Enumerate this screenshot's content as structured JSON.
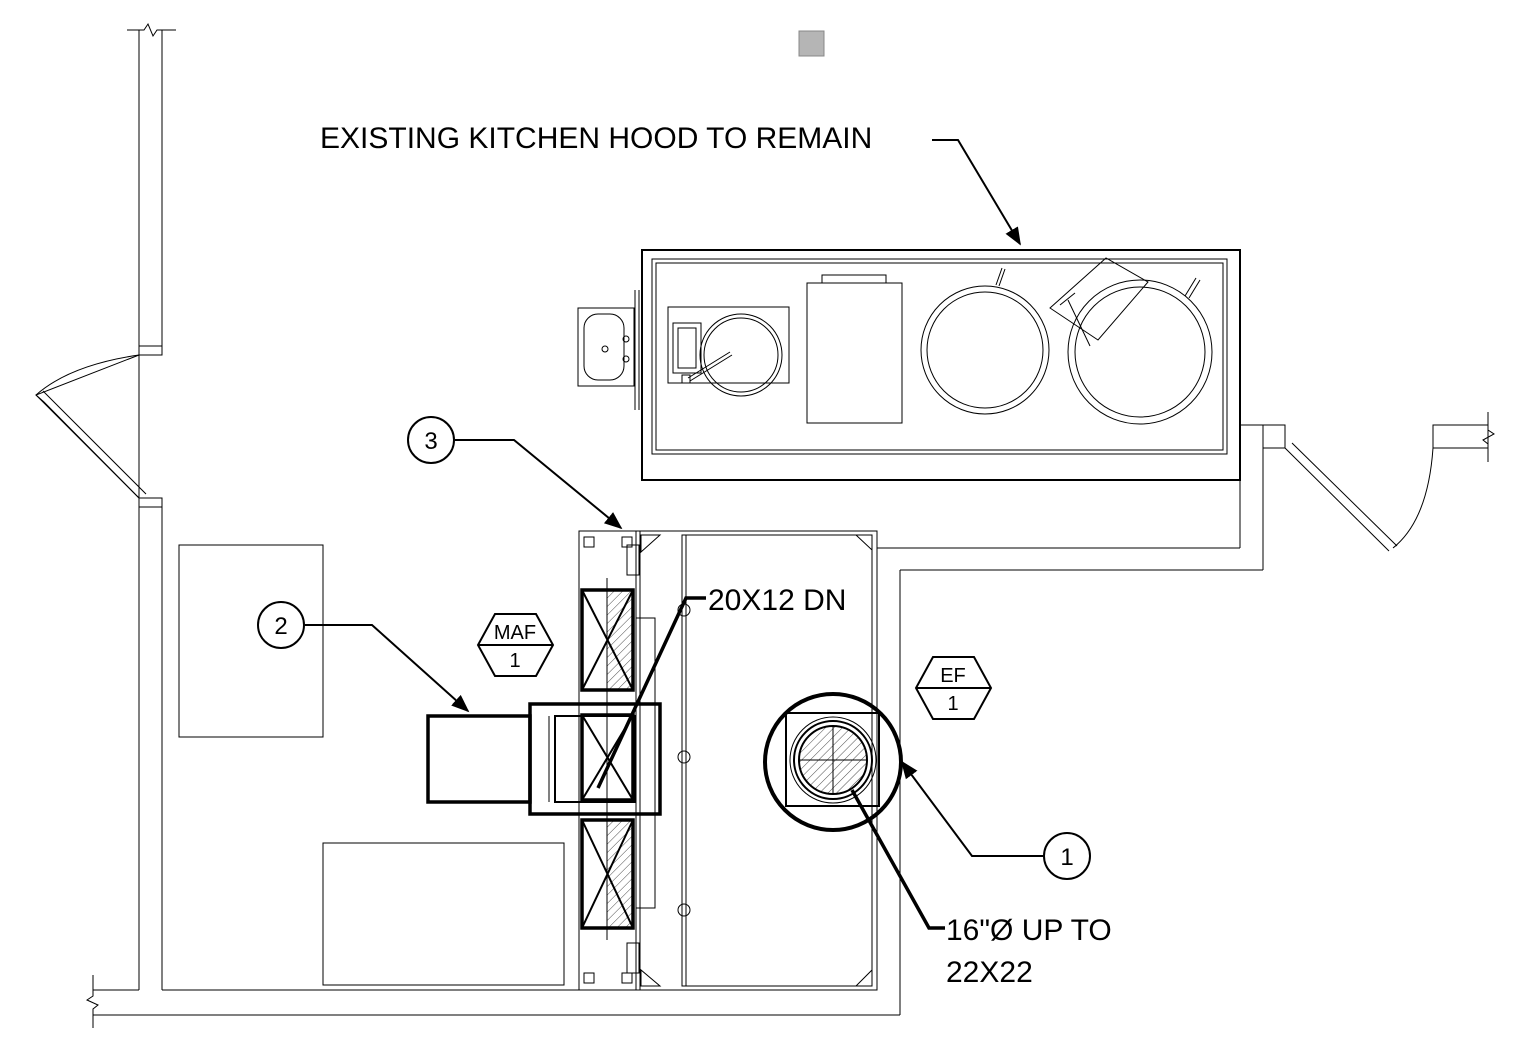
{
  "notes": {
    "hood": "EXISTING KITCHEN HOOD TO REMAIN",
    "duct_down": "20X12 DN",
    "duct_up_line1": "16\"Ø UP TO",
    "duct_up_line2": "22X22"
  },
  "keynotes": [
    "1",
    "2",
    "3"
  ],
  "equipment_tags": [
    {
      "type": "MAF",
      "number": "1"
    },
    {
      "type": "EF",
      "number": "1"
    }
  ]
}
